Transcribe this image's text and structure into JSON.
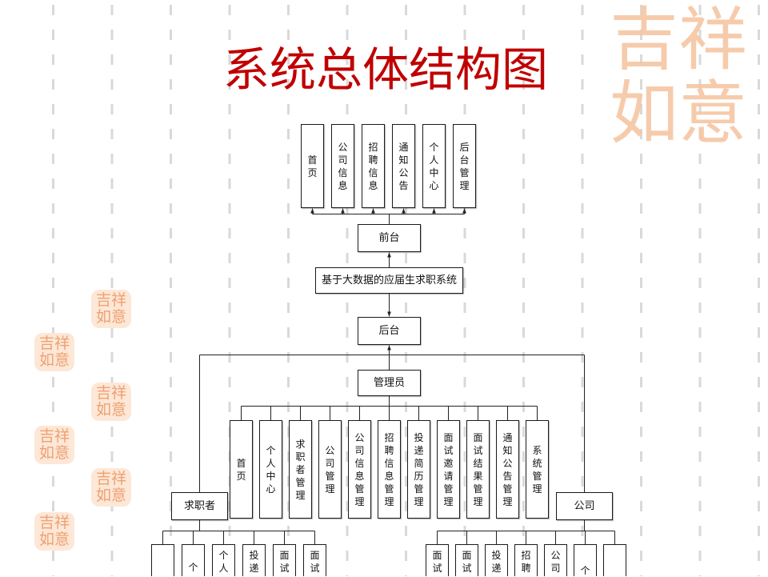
{
  "slide": {
    "title": "系统总体结构图",
    "seal_text": "吉祥如意"
  },
  "diagram": {
    "system": "基于大数据的应届生求职系统",
    "frontend": {
      "label": "前台",
      "modules": [
        "首页",
        "公司信息",
        "招聘信息",
        "通知公告",
        "个人中心",
        "后台管理"
      ]
    },
    "backend": {
      "label": "后台"
    },
    "admin": {
      "label": "管理员",
      "modules": [
        "首页",
        "个人中心",
        "求职者管理",
        "公司管理",
        "公司信息管理",
        "招聘信息管理",
        "投递简历管理",
        "面试邀请管理",
        "面试结果管理",
        "通知公告管理",
        "系统管理"
      ]
    },
    "job_seeker": {
      "label": "求职者",
      "modules": [
        "",
        "个",
        "个人",
        "投递",
        "面试",
        "面试"
      ]
    },
    "company": {
      "label": "公司",
      "modules": [
        "面试",
        "面试",
        "投递",
        "招聘",
        "公司",
        "个",
        ""
      ]
    }
  },
  "colors": {
    "title": "#c00000",
    "connector": "#222222",
    "seal": "#f6c6a2"
  }
}
